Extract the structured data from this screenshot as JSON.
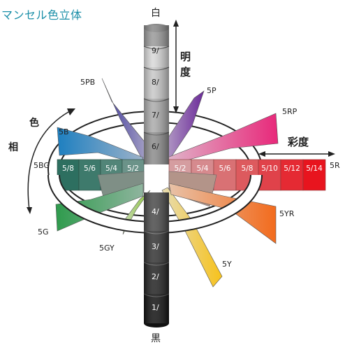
{
  "title": "マンセル色立体",
  "axis": {
    "top_label": "白",
    "bottom_label": "黒",
    "value_label": "明度",
    "hue_label_1": "色",
    "hue_label_2": "相",
    "chroma_label": "彩度"
  },
  "value_steps": [
    "9/",
    "8/",
    "7/",
    "6/",
    "4/",
    "3/",
    "2/",
    "1/"
  ],
  "hue_labels": {
    "h5P": "5P",
    "h5PB": "5PB",
    "h5B": "5B",
    "h5BG": "5BG",
    "h5G": "5G",
    "h5GY": "5GY",
    "h5Y": "5Y",
    "h5YR": "5YR",
    "h5R": "5R",
    "h5RP": "5RP"
  },
  "red_row": [
    "5/2",
    "5/4",
    "5/6",
    "5/8",
    "5/10",
    "5/12",
    "5/14"
  ],
  "bg_row": [
    "5/8",
    "5/6",
    "5/4",
    "5/2"
  ],
  "colors": {
    "red": [
      "#d59da0",
      "#d68a8e",
      "#d97174",
      "#dd5a5e",
      "#e0424a",
      "#e52a33",
      "#e8141e"
    ],
    "bluegreen": [
      "#2d6f60",
      "#3e7a6c",
      "#528578",
      "#6b9389"
    ],
    "title": "#1b8fa8"
  }
}
